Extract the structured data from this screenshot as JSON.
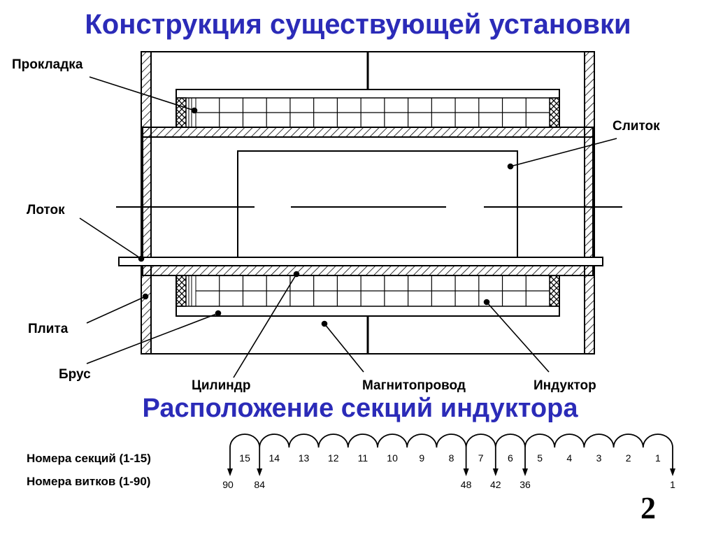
{
  "titles": {
    "construction": "Конструкция существующей установки",
    "sections": "Расположение секций индуктора"
  },
  "labels": {
    "gasket": "Прокладка",
    "tray": "Лоток",
    "plate": "Плита",
    "beam": "Брус",
    "ingot": "Слиток",
    "cylinder": "Цилиндр",
    "magnetic_core": "Магнитопровод",
    "inductor": "Индуктор"
  },
  "legend": {
    "section_numbers": "Номера секций (1-15)",
    "turn_numbers": "Номера витков (1-90)"
  },
  "sections": [
    "15",
    "14",
    "13",
    "12",
    "11",
    "10",
    "9",
    "8",
    "7",
    "6",
    "5",
    "4",
    "3",
    "2",
    "1"
  ],
  "turns": [
    "90",
    "84",
    "48",
    "42",
    "36",
    "1"
  ],
  "page_number": "2",
  "colors": {
    "title": "#2b2bb8",
    "line": "#000000"
  }
}
